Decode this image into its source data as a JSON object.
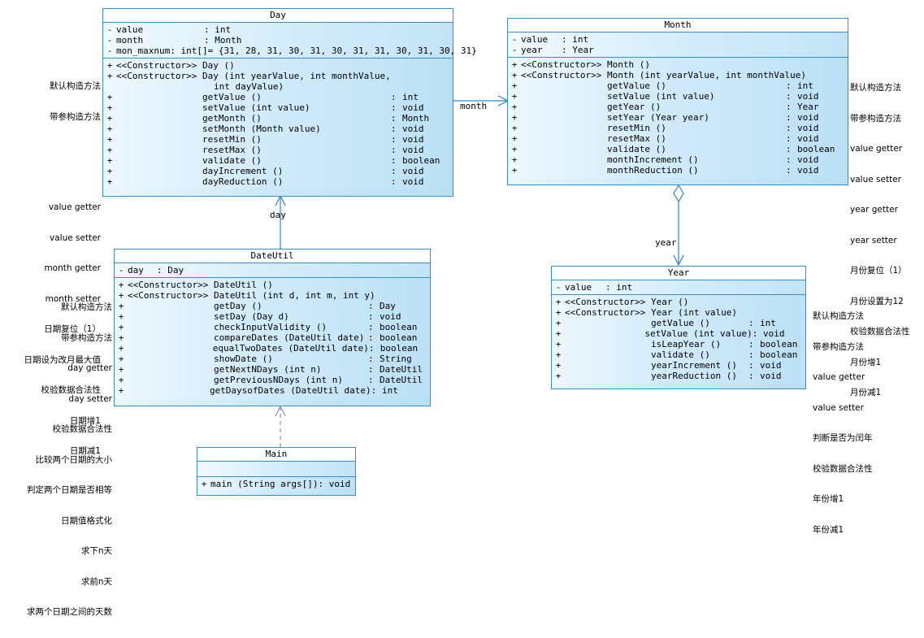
{
  "diagram": {
    "type": "uml-class-diagram",
    "title": "Date utility class diagram"
  },
  "colors": {
    "box_border": "#3a8fc4",
    "box_fill_light": "#eaf6fd",
    "box_fill_dark": "#b9dff4",
    "title_fill": "#fdfeff",
    "edge": "#2f86c5",
    "dependency_edge": "#9b8ab5"
  },
  "classes": {
    "day": {
      "name": "Day",
      "attributes": [
        {
          "vis": "-",
          "name": "value",
          "type": "int",
          "default": ""
        },
        {
          "vis": "-",
          "name": "month",
          "type": "Month",
          "default": ""
        },
        {
          "vis": "-",
          "name": "mon_maxnum",
          "type": "int[]",
          "default": "= {31, 28, 31, 30, 31, 30, 31, 31, 30, 31, 30, 31}"
        }
      ],
      "operations": [
        {
          "vis": "+",
          "stereotype": "<<Constructor>>",
          "signature": "Day ()",
          "type": ""
        },
        {
          "vis": "+",
          "stereotype": "<<Constructor>>",
          "signature": "Day (int yearValue, int monthValue,",
          "signature2": "int dayValue)",
          "type": ""
        },
        {
          "vis": "+",
          "stereotype": "",
          "signature": "getValue ()",
          "type": "int"
        },
        {
          "vis": "+",
          "stereotype": "",
          "signature": "setValue (int value)",
          "type": "void"
        },
        {
          "vis": "+",
          "stereotype": "",
          "signature": "getMonth ()",
          "type": "Month"
        },
        {
          "vis": "+",
          "stereotype": "",
          "signature": "setMonth (Month value)",
          "type": "void"
        },
        {
          "vis": "+",
          "stereotype": "",
          "signature": "resetMin ()",
          "type": "void"
        },
        {
          "vis": "+",
          "stereotype": "",
          "signature": "resetMax ()",
          "type": "void"
        },
        {
          "vis": "+",
          "stereotype": "",
          "signature": "validate ()",
          "type": "boolean"
        },
        {
          "vis": "+",
          "stereotype": "",
          "signature": "dayIncrement ()",
          "type": "void"
        },
        {
          "vis": "+",
          "stereotype": "",
          "signature": "dayReduction ()",
          "type": "void"
        }
      ],
      "notes": [
        "默认构造方法",
        "带参构造方法",
        "",
        "value getter",
        "value setter",
        "month getter",
        "month setter",
        "日期复位（1）",
        "日期设为改月最大值",
        "校验数据合法性",
        "日期增1",
        "日期减1"
      ]
    },
    "month": {
      "name": "Month",
      "attributes": [
        {
          "vis": "-",
          "name": "value",
          "type": "int",
          "default": ""
        },
        {
          "vis": "-",
          "name": "year",
          "type": "Year",
          "default": ""
        }
      ],
      "operations": [
        {
          "vis": "+",
          "stereotype": "<<Constructor>>",
          "signature": "Month ()",
          "type": ""
        },
        {
          "vis": "+",
          "stereotype": "<<Constructor>>",
          "signature": "Month (int yearValue, int monthValue)",
          "type": ""
        },
        {
          "vis": "+",
          "stereotype": "",
          "signature": "getValue ()",
          "type": "int"
        },
        {
          "vis": "+",
          "stereotype": "",
          "signature": "setValue (int value)",
          "type": "void"
        },
        {
          "vis": "+",
          "stereotype": "",
          "signature": "getYear ()",
          "type": "Year"
        },
        {
          "vis": "+",
          "stereotype": "",
          "signature": "setYear (Year year)",
          "type": "void"
        },
        {
          "vis": "+",
          "stereotype": "",
          "signature": "resetMin ()",
          "type": "void"
        },
        {
          "vis": "+",
          "stereotype": "",
          "signature": "resetMax ()",
          "type": "void"
        },
        {
          "vis": "+",
          "stereotype": "",
          "signature": "validate ()",
          "type": "boolean"
        },
        {
          "vis": "+",
          "stereotype": "",
          "signature": "monthIncrement ()",
          "type": "void"
        },
        {
          "vis": "+",
          "stereotype": "",
          "signature": "monthReduction ()",
          "type": "void"
        }
      ],
      "notes": [
        "默认构造方法",
        "带参构造方法",
        "value getter",
        "value setter",
        "year getter",
        "year setter",
        "月份复位（1）",
        "月份设置为12",
        "校验数据合法性",
        "月份增1",
        "月份减1"
      ]
    },
    "dateutil": {
      "name": "DateUtil",
      "attributes": [
        {
          "vis": "-",
          "name": "day",
          "type": "Day",
          "default": ""
        }
      ],
      "operations": [
        {
          "vis": "+",
          "stereotype": "<<Constructor>>",
          "signature": "DateUtil ()",
          "type": ""
        },
        {
          "vis": "+",
          "stereotype": "<<Constructor>>",
          "signature": "DateUtil (int d, int m, int y)",
          "type": ""
        },
        {
          "vis": "+",
          "stereotype": "",
          "signature": "getDay ()",
          "type": "Day"
        },
        {
          "vis": "+",
          "stereotype": "",
          "signature": "setDay (Day d)",
          "type": "void"
        },
        {
          "vis": "+",
          "stereotype": "",
          "signature": "checkInputValidity ()",
          "type": "boolean"
        },
        {
          "vis": "+",
          "stereotype": "",
          "signature": "compareDates (DateUtil date)",
          "type": "boolean"
        },
        {
          "vis": "+",
          "stereotype": "",
          "signature": "equalTwoDates (DateUtil date)",
          "type": "boolean"
        },
        {
          "vis": "+",
          "stereotype": "",
          "signature": "showDate ()",
          "type": "String"
        },
        {
          "vis": "+",
          "stereotype": "",
          "signature": "getNextNDays (int n)",
          "type": "DateUtil"
        },
        {
          "vis": "+",
          "stereotype": "",
          "signature": "getPreviousNDays (int n)",
          "type": "DateUtil"
        },
        {
          "vis": "+",
          "stereotype": "",
          "signature": "getDaysofDates (DateUtil date)",
          "type": "int"
        }
      ],
      "notes": [
        "默认构造方法",
        "带参构造方法",
        "day getter",
        "day setter",
        "校验数据合法性",
        "比较两个日期的大小",
        "判定两个日期是否相等",
        "日期值格式化",
        "求下n天",
        "求前n天",
        "求两个日期之间的天数"
      ]
    },
    "year": {
      "name": "Year",
      "attributes": [
        {
          "vis": "-",
          "name": "value",
          "type": "int",
          "default": ""
        }
      ],
      "operations": [
        {
          "vis": "+",
          "stereotype": "<<Constructor>>",
          "signature": "Year ()",
          "type": ""
        },
        {
          "vis": "+",
          "stereotype": "<<Constructor>>",
          "signature": "Year (int value)",
          "type": ""
        },
        {
          "vis": "+",
          "stereotype": "",
          "signature": "getValue ()",
          "type": "int"
        },
        {
          "vis": "+",
          "stereotype": "",
          "signature": "setValue (int value)",
          "type": "void"
        },
        {
          "vis": "+",
          "stereotype": "",
          "signature": "isLeapYear ()",
          "type": "boolean"
        },
        {
          "vis": "+",
          "stereotype": "",
          "signature": "validate ()",
          "type": "boolean"
        },
        {
          "vis": "+",
          "stereotype": "",
          "signature": "yearIncrement ()",
          "type": "void"
        },
        {
          "vis": "+",
          "stereotype": "",
          "signature": "yearReduction ()",
          "type": "void"
        }
      ],
      "notes": [
        "默认构造方法",
        "带参构造方法",
        "value getter",
        "value setter",
        "判断是否为闰年",
        "校验数据合法性",
        "年份增1",
        "年份减1"
      ]
    },
    "main": {
      "name": "Main",
      "attributes": [],
      "operations": [
        {
          "vis": "+",
          "stereotype": "",
          "signature": "main (String args[])",
          "type": "void"
        }
      ],
      "notes": []
    }
  },
  "edges": [
    {
      "id": "day-month",
      "from": "Day",
      "to": "Month",
      "label": "month",
      "kind": "aggregation"
    },
    {
      "id": "dateutil-day",
      "from": "DateUtil",
      "to": "Day",
      "label": "day",
      "kind": "aggregation"
    },
    {
      "id": "month-year",
      "from": "Month",
      "to": "Year",
      "label": "year",
      "kind": "aggregation"
    },
    {
      "id": "main-dateutil",
      "from": "Main",
      "to": "DateUtil",
      "label": "",
      "kind": "dependency"
    }
  ]
}
